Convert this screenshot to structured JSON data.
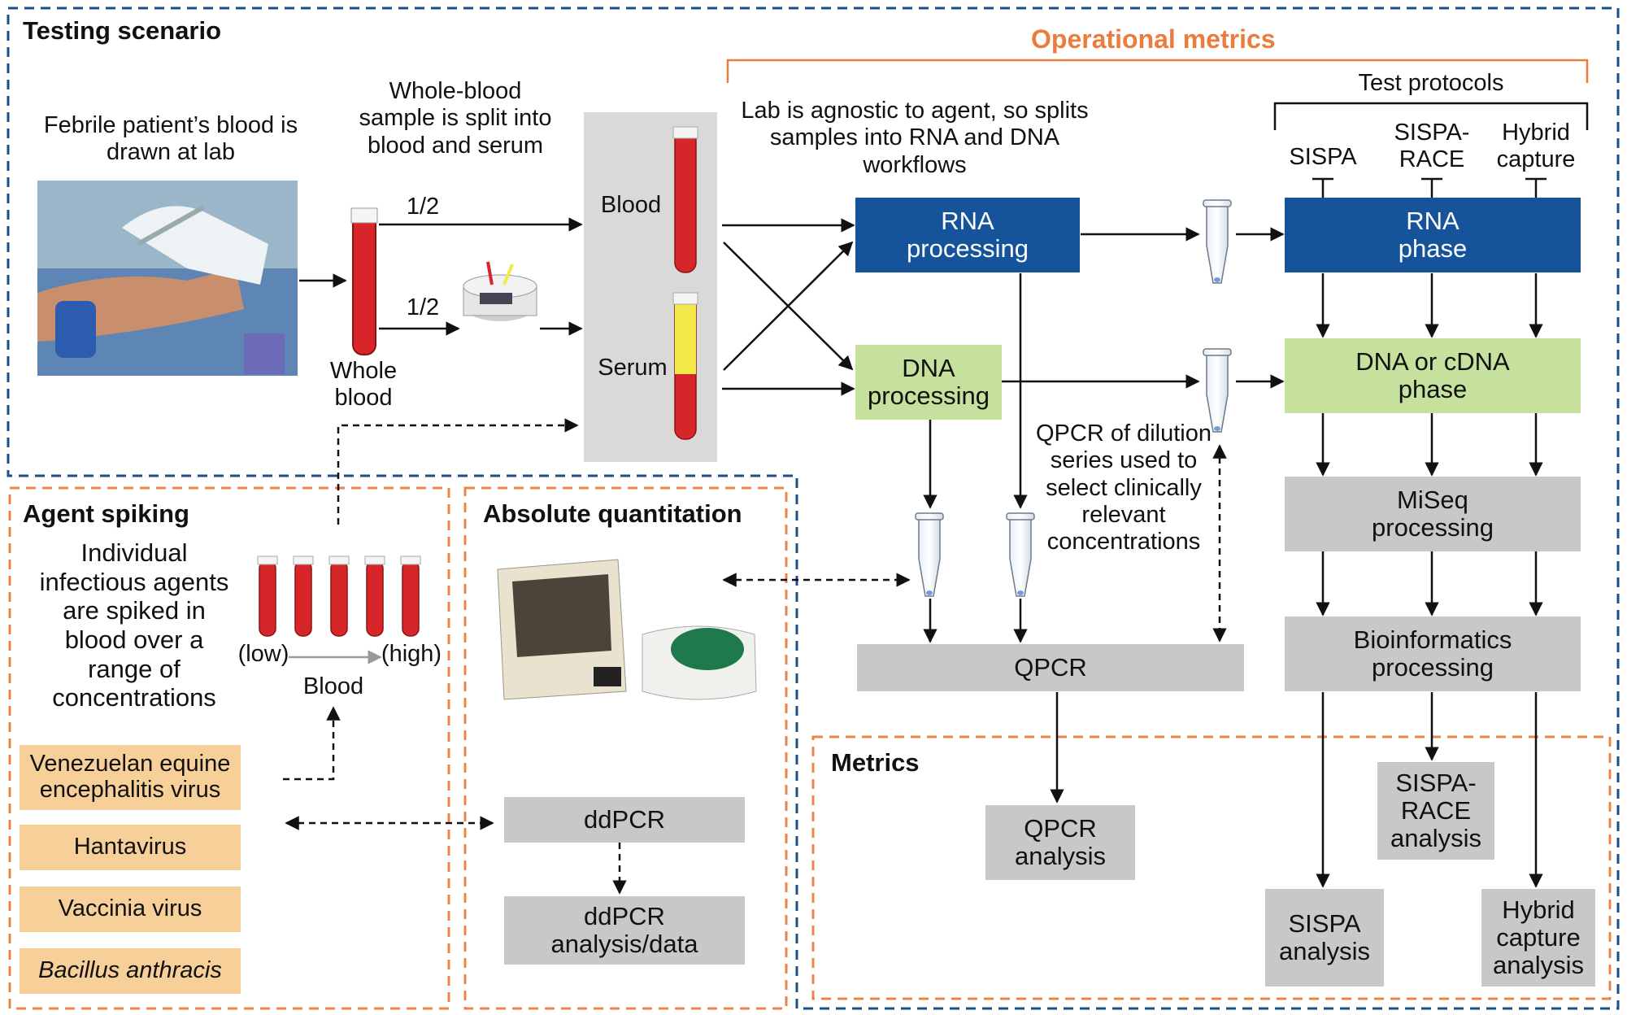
{
  "sections": {
    "testing_scenario": "Testing scenario",
    "operational_metrics": "Operational metrics",
    "agent_spiking": "Agent spiking",
    "absolute_quantitation": "Absolute quantitation",
    "metrics": "Metrics"
  },
  "labels": {
    "febrile": "Febrile patient’s blood is\ndrawn at lab",
    "whole_blood_split": "Whole-blood\nsample is split into\nblood and serum",
    "half_top": "1/2",
    "half_bottom": "1/2",
    "whole_blood": "Whole\nblood",
    "blood": "Blood",
    "serum": "Serum",
    "lab_agnostic": "Lab is agnostic to agent, so splits\nsamples into RNA and DNA\nworkflows",
    "test_protocols": "Test protocols",
    "sispa": "SISPA",
    "sispa_race": "SISPA-\nRACE",
    "hybrid_capture": "Hybrid\ncapture",
    "qpcr_dilution": "QPCR of dilution\nseries used to\nselect clinically\nrelevant\nconcentrations",
    "spiking_desc": "Individual\ninfectious agents\nare spiked in\nblood over a\nrange of\nconcentrations",
    "low": "(low)",
    "high": "(high)",
    "blood_tubes": "Blood"
  },
  "boxes": {
    "rna_processing": "RNA\nprocessing",
    "dna_processing": "DNA\nprocessing",
    "rna_phase": "RNA\nphase",
    "dna_cdna_phase": "DNA or cDNA\nphase",
    "miseq": "MiSeq\nprocessing",
    "bioinformatics": "Bioinformatics\nprocessing",
    "qpcr": "QPCR",
    "qpcr_analysis": "QPCR\nanalysis",
    "sispa_race_analysis": "SISPA-\nRACE\nanalysis",
    "sispa_analysis": "SISPA\nanalysis",
    "hybrid_analysis": "Hybrid\ncapture\nanalysis",
    "ddpcr": "ddPCR",
    "ddpcr_analysis": "ddPCR\nanalysis/data"
  },
  "agents": [
    "Venezuelan equine\nencephalitis virus",
    "Hantavirus",
    "Vaccinia virus",
    "Bacillus anthracis"
  ],
  "colors": {
    "blue_dash": "#1f4e8c",
    "orange_dash": "#e8864a",
    "orange_text": "#ec7c3c",
    "rna_blue": "#15539a",
    "dna_green": "#c5e19d",
    "gray_box": "#c8c8c8",
    "agent_tan": "#f7cf98",
    "blood_red": "#d7262a",
    "serum_yellow": "#f3ea4a"
  },
  "icons": [
    "blood-draw-photo",
    "blood-tube-icon",
    "centrifuge-icon",
    "microtube-icon",
    "ddpcr-instrument-icon"
  ]
}
